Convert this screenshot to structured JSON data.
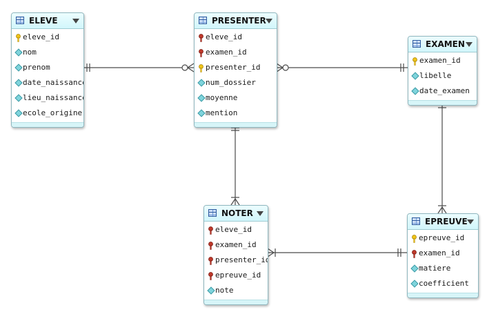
{
  "tables": {
    "eleve": {
      "name": "ELEVE",
      "columns": [
        {
          "name": "eleve_id",
          "icon": "primary-key-icon"
        },
        {
          "name": "nom",
          "icon": "column-icon"
        },
        {
          "name": "prenom",
          "icon": "column-icon"
        },
        {
          "name": "date_naissance",
          "icon": "column-icon"
        },
        {
          "name": "lieu_naissance",
          "icon": "column-icon"
        },
        {
          "name": "ecole_origine",
          "icon": "column-icon"
        }
      ]
    },
    "presenter": {
      "name": "PRESENTER",
      "columns": [
        {
          "name": "eleve_id",
          "icon": "foreign-key-icon"
        },
        {
          "name": "examen_id",
          "icon": "foreign-key-icon"
        },
        {
          "name": "presenter_id",
          "icon": "primary-key-icon"
        },
        {
          "name": "num_dossier",
          "icon": "column-icon"
        },
        {
          "name": "moyenne",
          "icon": "column-icon"
        },
        {
          "name": "mention",
          "icon": "column-icon"
        }
      ]
    },
    "examen": {
      "name": "EXAMEN",
      "columns": [
        {
          "name": "examen_id",
          "icon": "primary-key-icon"
        },
        {
          "name": "libelle",
          "icon": "column-icon"
        },
        {
          "name": "date_examen",
          "icon": "column-icon"
        }
      ]
    },
    "noter": {
      "name": "NOTER",
      "columns": [
        {
          "name": "eleve_id",
          "icon": "foreign-key-icon"
        },
        {
          "name": "examen_id",
          "icon": "foreign-key-icon"
        },
        {
          "name": "presenter_id",
          "icon": "foreign-key-icon"
        },
        {
          "name": "epreuve_id",
          "icon": "foreign-key-icon"
        },
        {
          "name": "note",
          "icon": "column-icon"
        }
      ]
    },
    "epreuve": {
      "name": "EPREUVE",
      "columns": [
        {
          "name": "epreuve_id",
          "icon": "primary-key-icon"
        },
        {
          "name": "examen_id",
          "icon": "foreign-key-icon"
        },
        {
          "name": "matiere",
          "icon": "column-icon"
        },
        {
          "name": "coefficient",
          "icon": "column-icon"
        }
      ]
    }
  },
  "colors": {
    "header_bg": "#d2f6fb",
    "border": "#8fb7bf",
    "primary_key": "#f0c419",
    "foreign_key": "#c0392b",
    "column_diamond": "#7fd4dc",
    "connector": "#4a4a4a"
  }
}
